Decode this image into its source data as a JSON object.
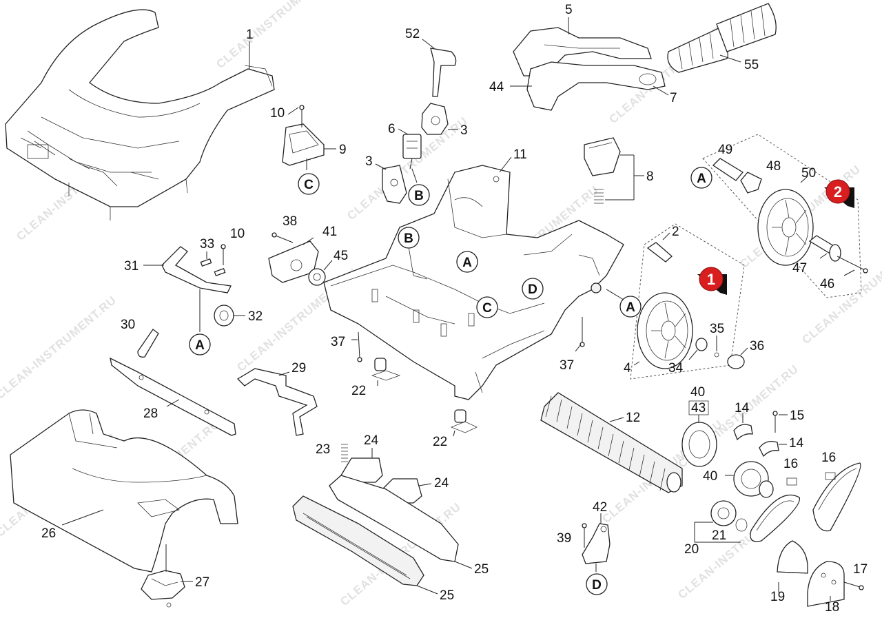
{
  "watermark": "CLEAN-INSTRUMENT.RU",
  "part_numbers": {
    "p1": "1",
    "p2": "2",
    "p3a": "3",
    "p3b": "3",
    "p4": "4",
    "p5": "5",
    "p6": "6",
    "p7": "7",
    "p8": "8",
    "p9": "9",
    "p10a": "10",
    "p10b": "10",
    "p11": "11",
    "p12": "12",
    "p14a": "14",
    "p14b": "14",
    "p15": "15",
    "p16a": "16",
    "p16b": "16",
    "p17": "17",
    "p18": "18",
    "p19": "19",
    "p20": "20",
    "p21": "21",
    "p22a": "22",
    "p22b": "22",
    "p23": "23",
    "p24a": "24",
    "p24b": "24",
    "p25a": "25",
    "p25b": "25",
    "p26": "26",
    "p27": "27",
    "p28": "28",
    "p29": "29",
    "p30": "30",
    "p31": "31",
    "p32": "32",
    "p33": "33",
    "p34": "34",
    "p35": "35",
    "p36": "36",
    "p37a": "37",
    "p37b": "37",
    "p38": "38",
    "p39": "39",
    "p40a": "40",
    "p40b": "40",
    "p41": "41",
    "p42": "42",
    "p43": "43",
    "p44": "44",
    "p45": "45",
    "p46": "46",
    "p47": "47",
    "p48": "48",
    "p49": "49",
    "p50": "50",
    "p52": "52",
    "p55": "55"
  },
  "connector_letters": {
    "a_left": "A",
    "a_mid": "A",
    "a_right": "A",
    "a_far": "A",
    "b_top": "B",
    "b_mid": "B",
    "c_top": "C",
    "c_mid": "C",
    "d_mid": "D",
    "d_bottom": "D"
  },
  "badges": {
    "badge1": "1",
    "badge2": "2"
  },
  "colors": {
    "badge_red": "#d81e1e",
    "line": "#222222",
    "watermark": "#c8c8c8"
  }
}
